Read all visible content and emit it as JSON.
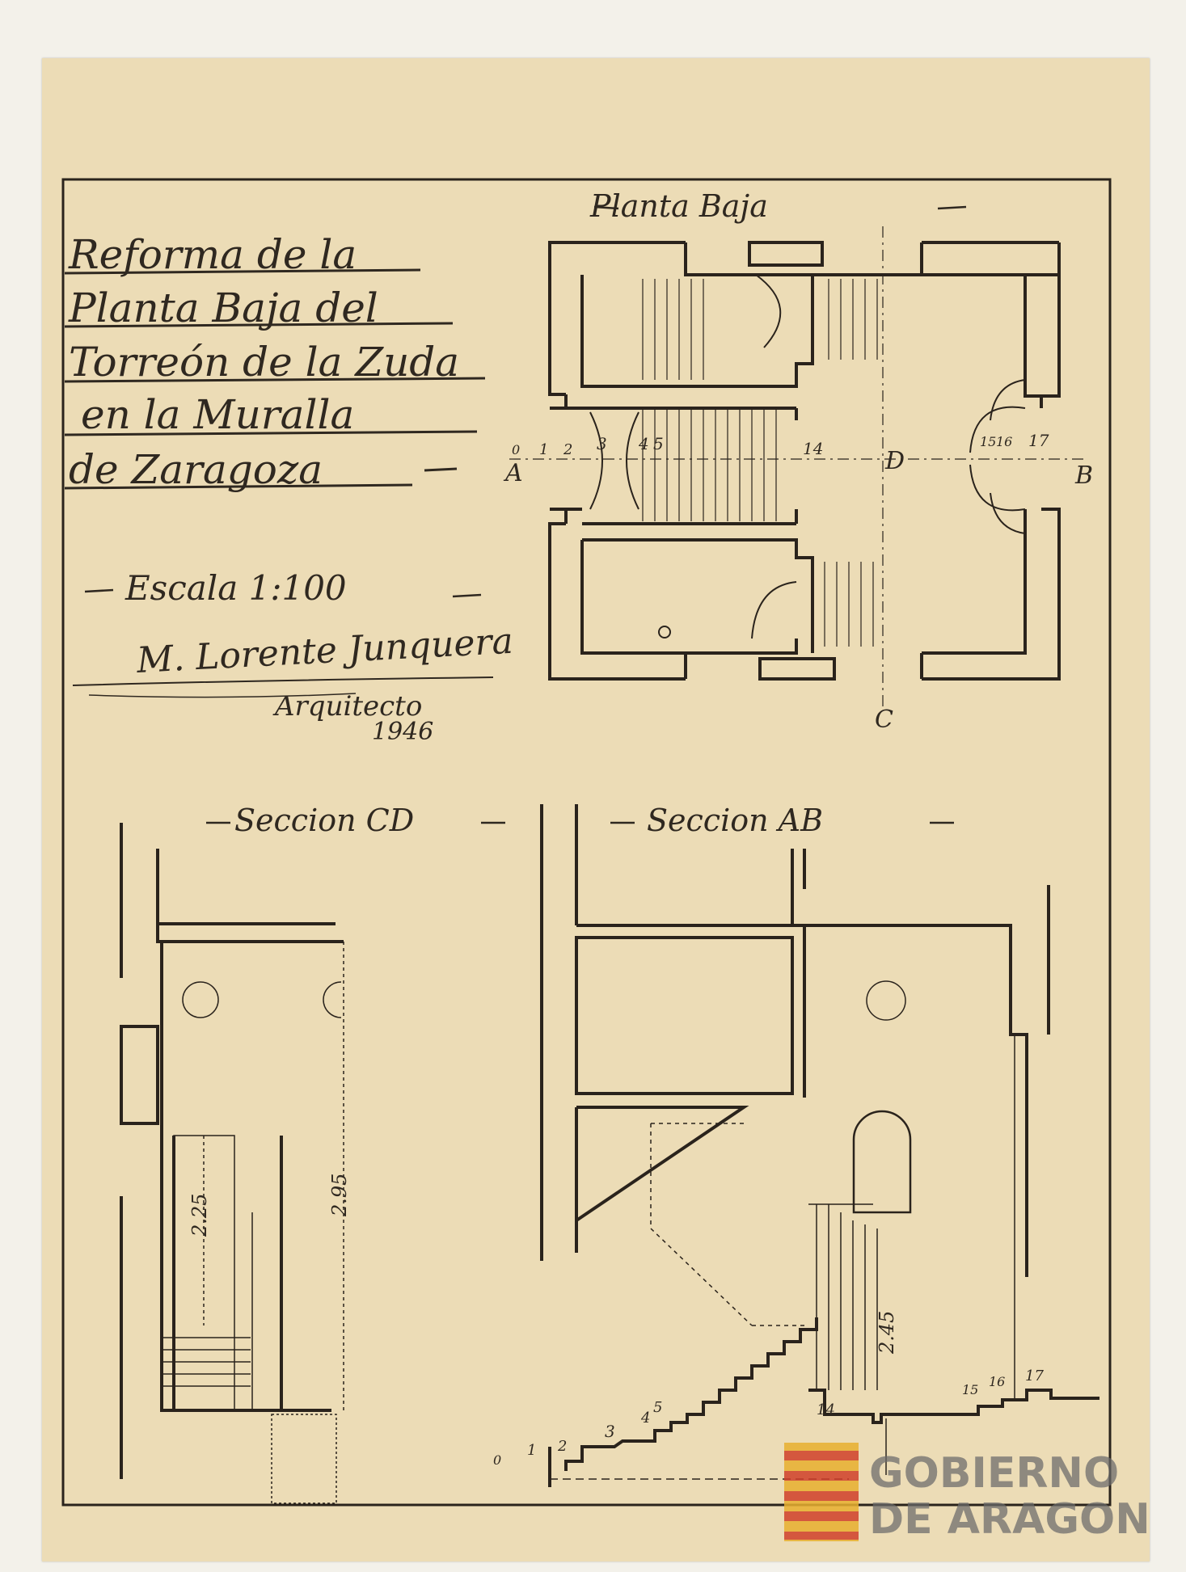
{
  "title_lines": [
    "Reforma de la",
    "Planta Baja del",
    "Torreón de la Zuda",
    "en la Muralla",
    "de Zaragoza"
  ],
  "scale": "Escala 1:100",
  "signature": {
    "name": "M. Lorente Junquera",
    "role": "Arquitecto",
    "year": "1946"
  },
  "views": {
    "plan": "Planta Baja",
    "section_cd": "Seccion CD",
    "section_ab": "Seccion AB"
  },
  "plan_labels": {
    "cut_a": "A",
    "cut_b": "B",
    "cut_c": "C",
    "room_d": "D",
    "step_numbers": [
      "0",
      "1",
      "2",
      "3",
      "4",
      "5",
      "14",
      "15",
      "16",
      "17"
    ]
  },
  "section_cd_dims": [
    "2.25",
    "2.95"
  ],
  "section_ab": {
    "step_numbers": [
      "0",
      "1",
      "2",
      "3",
      "4",
      "5",
      "14",
      "15",
      "16",
      "17"
    ],
    "dim": "2.45"
  },
  "watermark": {
    "line1": "GOBIERNO",
    "line2": "DE ARAGON"
  },
  "colors": {
    "paper": "#ecdcb6",
    "ink": "#2f2820",
    "flag_red": "#d0402a",
    "flag_yellow": "#e8b030"
  }
}
